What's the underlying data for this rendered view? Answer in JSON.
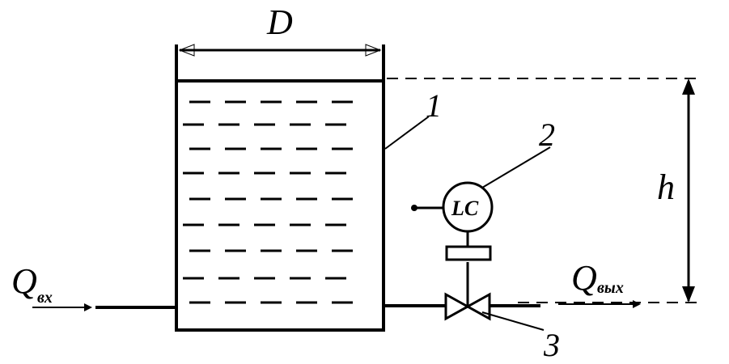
{
  "labels": {
    "diameter": "D",
    "height": "h",
    "tank_number": "1",
    "controller_number": "2",
    "valve_number": "3",
    "controller_tag": "LC",
    "inflow_main": "Q",
    "inflow_sub": "вх",
    "outflow_main": "Q",
    "outflow_sub": "вых"
  },
  "colors": {
    "ink": "#000000",
    "background": "#ffffff"
  }
}
